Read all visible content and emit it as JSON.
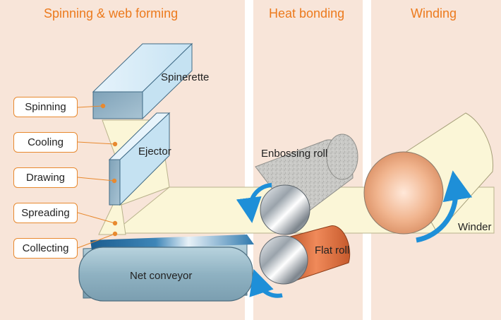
{
  "sections": [
    {
      "title": "Spinning & web forming"
    },
    {
      "title": "Heat bonding"
    },
    {
      "title": "Winding"
    }
  ],
  "steps": [
    "Spinning",
    "Cooling",
    "Drawing",
    "Spreading",
    "Collecting"
  ],
  "components": {
    "spinerette": "Spinerette",
    "ejector": "Ejector",
    "embossing_roll": "Enbossing roll",
    "flat_roll": "Flat roll",
    "winder": "Winder",
    "net_conveyor": "Net conveyor"
  },
  "colors": {
    "background_panel": "#f8e5d9",
    "accent_orange": "#ec7a1d",
    "arrow_blue": "#1e8fd8",
    "web_fabric": "#fbf6d7"
  }
}
